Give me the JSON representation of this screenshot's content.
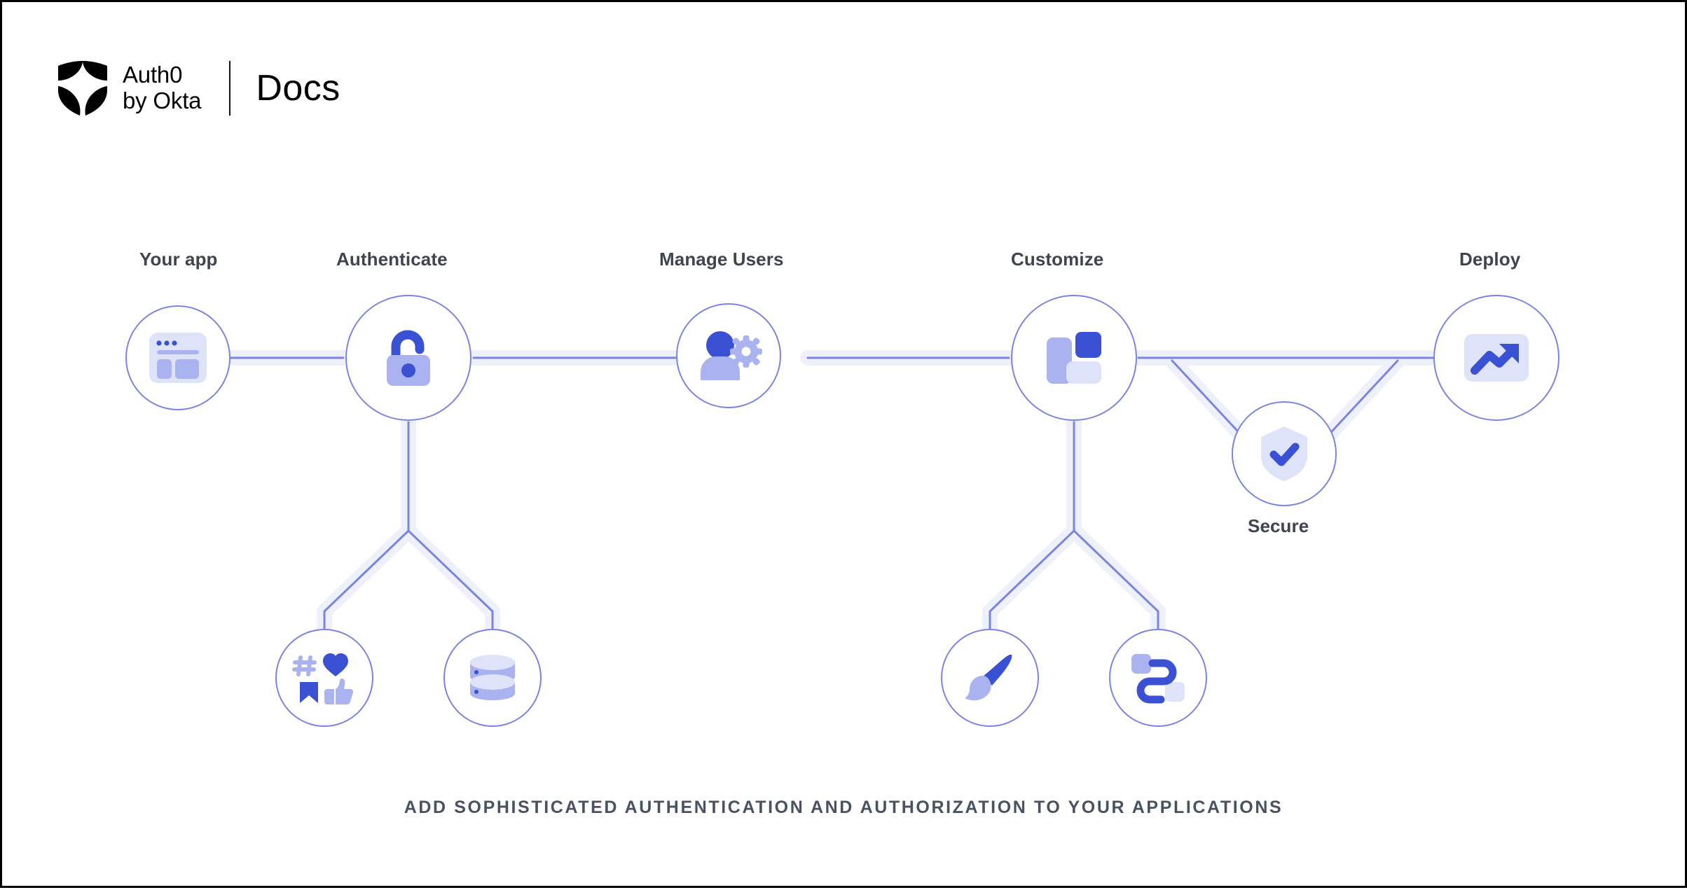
{
  "brand": {
    "logo_line1": "Auth0",
    "logo_line2": "by Okta",
    "product": "Docs",
    "logo_icon": "auth0-shield-icon"
  },
  "colors": {
    "stroke": "#7b85e0",
    "halo": "#eef0fb",
    "accent_dark": "#3b51d4",
    "accent_mid": "#aab3ef",
    "accent_pale": "#dfe3fa",
    "text": "#3e4450",
    "background": "#ffffff"
  },
  "caption": "Add sophisticated authentication and authorization to your applications",
  "diagram": {
    "main_nodes": [
      {
        "id": "your-app",
        "label": "Your app",
        "icon": "browser-window-icon"
      },
      {
        "id": "authenticate",
        "label": "Authenticate",
        "icon": "open-padlock-icon"
      },
      {
        "id": "manage-users",
        "label": "Manage Users",
        "icon": "user-gear-icon"
      },
      {
        "id": "customize",
        "label": "Customize",
        "icon": "layout-blocks-icon"
      },
      {
        "id": "deploy",
        "label": "Deploy",
        "icon": "trending-up-icon"
      }
    ],
    "branch_nodes": [
      {
        "id": "secure",
        "label": "Secure",
        "icon": "shield-check-icon",
        "parent": "customize-deploy-link"
      },
      {
        "id": "social",
        "label": "",
        "icon": "social-reactions-icon",
        "parent": "authenticate"
      },
      {
        "id": "database",
        "label": "",
        "icon": "database-icon",
        "parent": "authenticate"
      },
      {
        "id": "branding",
        "label": "",
        "icon": "paintbrush-icon",
        "parent": "customize"
      },
      {
        "id": "extensibility",
        "label": "",
        "icon": "flow-connector-icon",
        "parent": "customize"
      }
    ]
  }
}
